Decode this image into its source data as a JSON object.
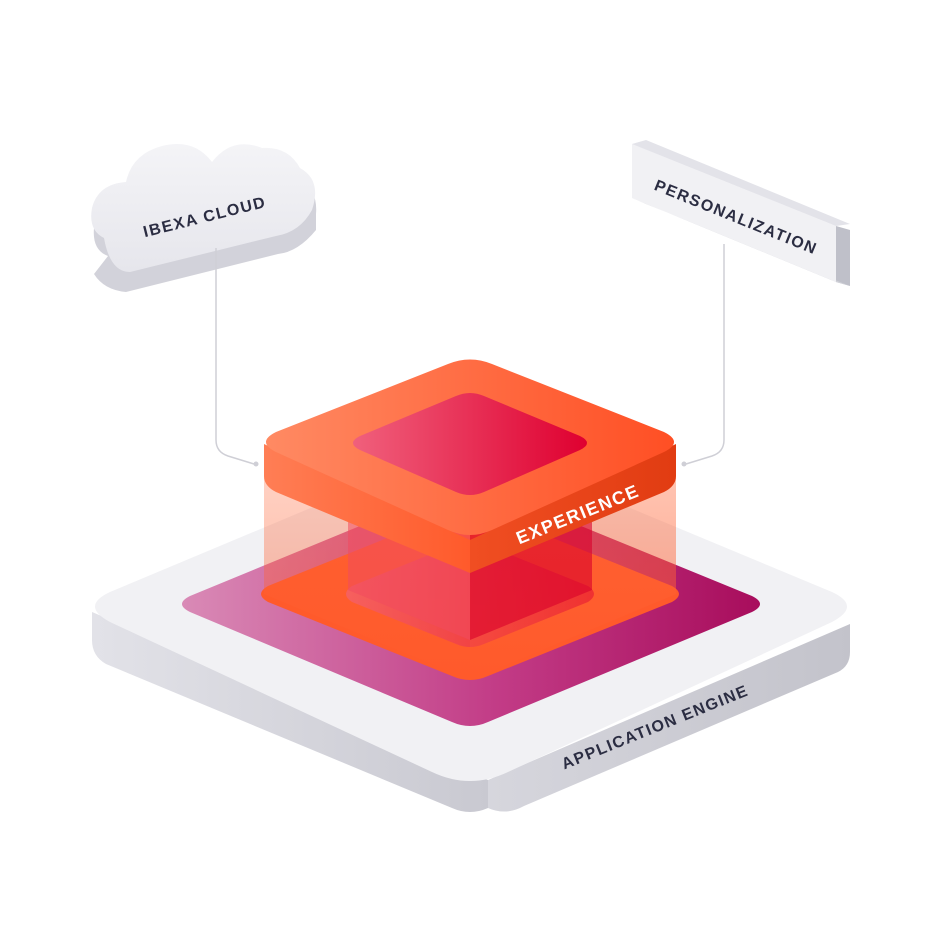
{
  "labels": {
    "cloud": "IBEXA CLOUD",
    "personalization": "PERSONALIZATION",
    "experience": "EXPERIENCE",
    "engine": "APPLICATION ENGINE"
  },
  "colors": {
    "platform_top": "#f1f1f4",
    "platform_side": "#d5d5dc",
    "engine_gradient_start": "#d17aa8",
    "engine_gradient_end": "#b01064",
    "experience_orange": "#ff5a2b",
    "experience_dark": "#e8421b",
    "experience_inner": "#e0002f",
    "label_text": "#2b2d42",
    "connector": "#cfcfd6"
  },
  "icons": [
    "cloud-icon",
    "sign-block-icon"
  ]
}
